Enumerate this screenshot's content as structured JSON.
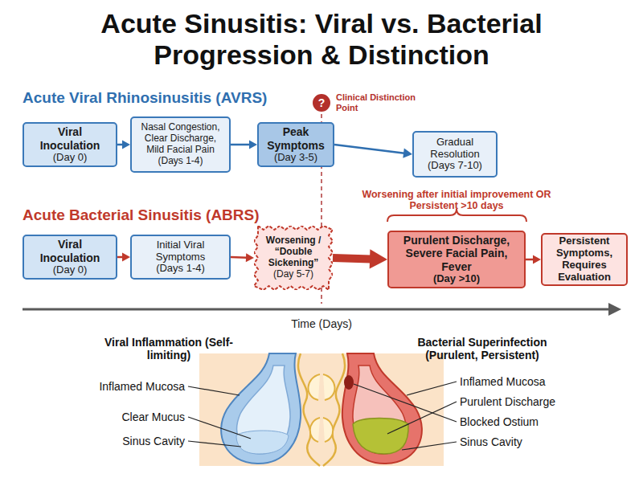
{
  "diagram": {
    "title": "Acute Sinusitis: Viral vs. Bacterial Progression & Distinction",
    "nodes": [
      {
        "text": [
          "Viral Inoculation",
          "(Day 0)"
        ]
      },
      {
        "text": [
          "Nasal Congestion, Clear Discharge, Mild Facial Pain",
          "(Days 1-4)"
        ]
      },
      {
        "text": [
          "Peak Symptoms",
          "(Day 3-5)"
        ]
      },
      {
        "text": [
          "?",
          "Clinical Distinction Point"
        ]
      },
      {
        "text": [
          "Gradual Resolution",
          "(Days 7-10)"
        ]
      },
      {
        "text": [
          "Viral Inoculation",
          "(Day 0)"
        ]
      },
      {
        "text": [
          "Initial Viral Symptoms",
          "(Days 1-4)"
        ]
      },
      {
        "text": [
          "Worsening / “Double Sickening”",
          "(Day 5-7)"
        ]
      },
      {
        "text": [
          "Purulent Discharge, Severe Facial Pain, Fever",
          "(Day >10)"
        ]
      },
      {
        "text": [
          "Persistent Symptoms, Requires Evaluation"
        ]
      }
    ],
    "edges": [
      {
        "from": 0,
        "to": 1,
        "arrow": "to"
      },
      {
        "from": 1,
        "to": 2,
        "arrow": "to"
      },
      {
        "from": 2,
        "to": 4,
        "arrow": "to"
      },
      {
        "from": 5,
        "to": 6,
        "arrow": "to"
      },
      {
        "from": 6,
        "to": 7,
        "arrow": "to"
      },
      {
        "from": 7,
        "to": 8,
        "arrow": "to"
      },
      {
        "from": 8,
        "to": 9,
        "arrow": "to"
      }
    ],
    "labels": [
      "Acute Viral Rhinosinusitis (AVRS)",
      "Acute Bacterial Sinusitis (ABRS)",
      "Worsening after initial improvement OR Persistent >10 days",
      "Time (Days)",
      "Viral Inflammation (Self-limiting)",
      "Bacterial Superinfection (Purulent, Persistent)",
      "Inflamed Mucosa",
      "Clear Mucus",
      "Sinus Cavity",
      "Inflamed Mucosa",
      "Purulent Discharge",
      "Blocked Ostium",
      "Sinus Cavity"
    ]
  }
}
